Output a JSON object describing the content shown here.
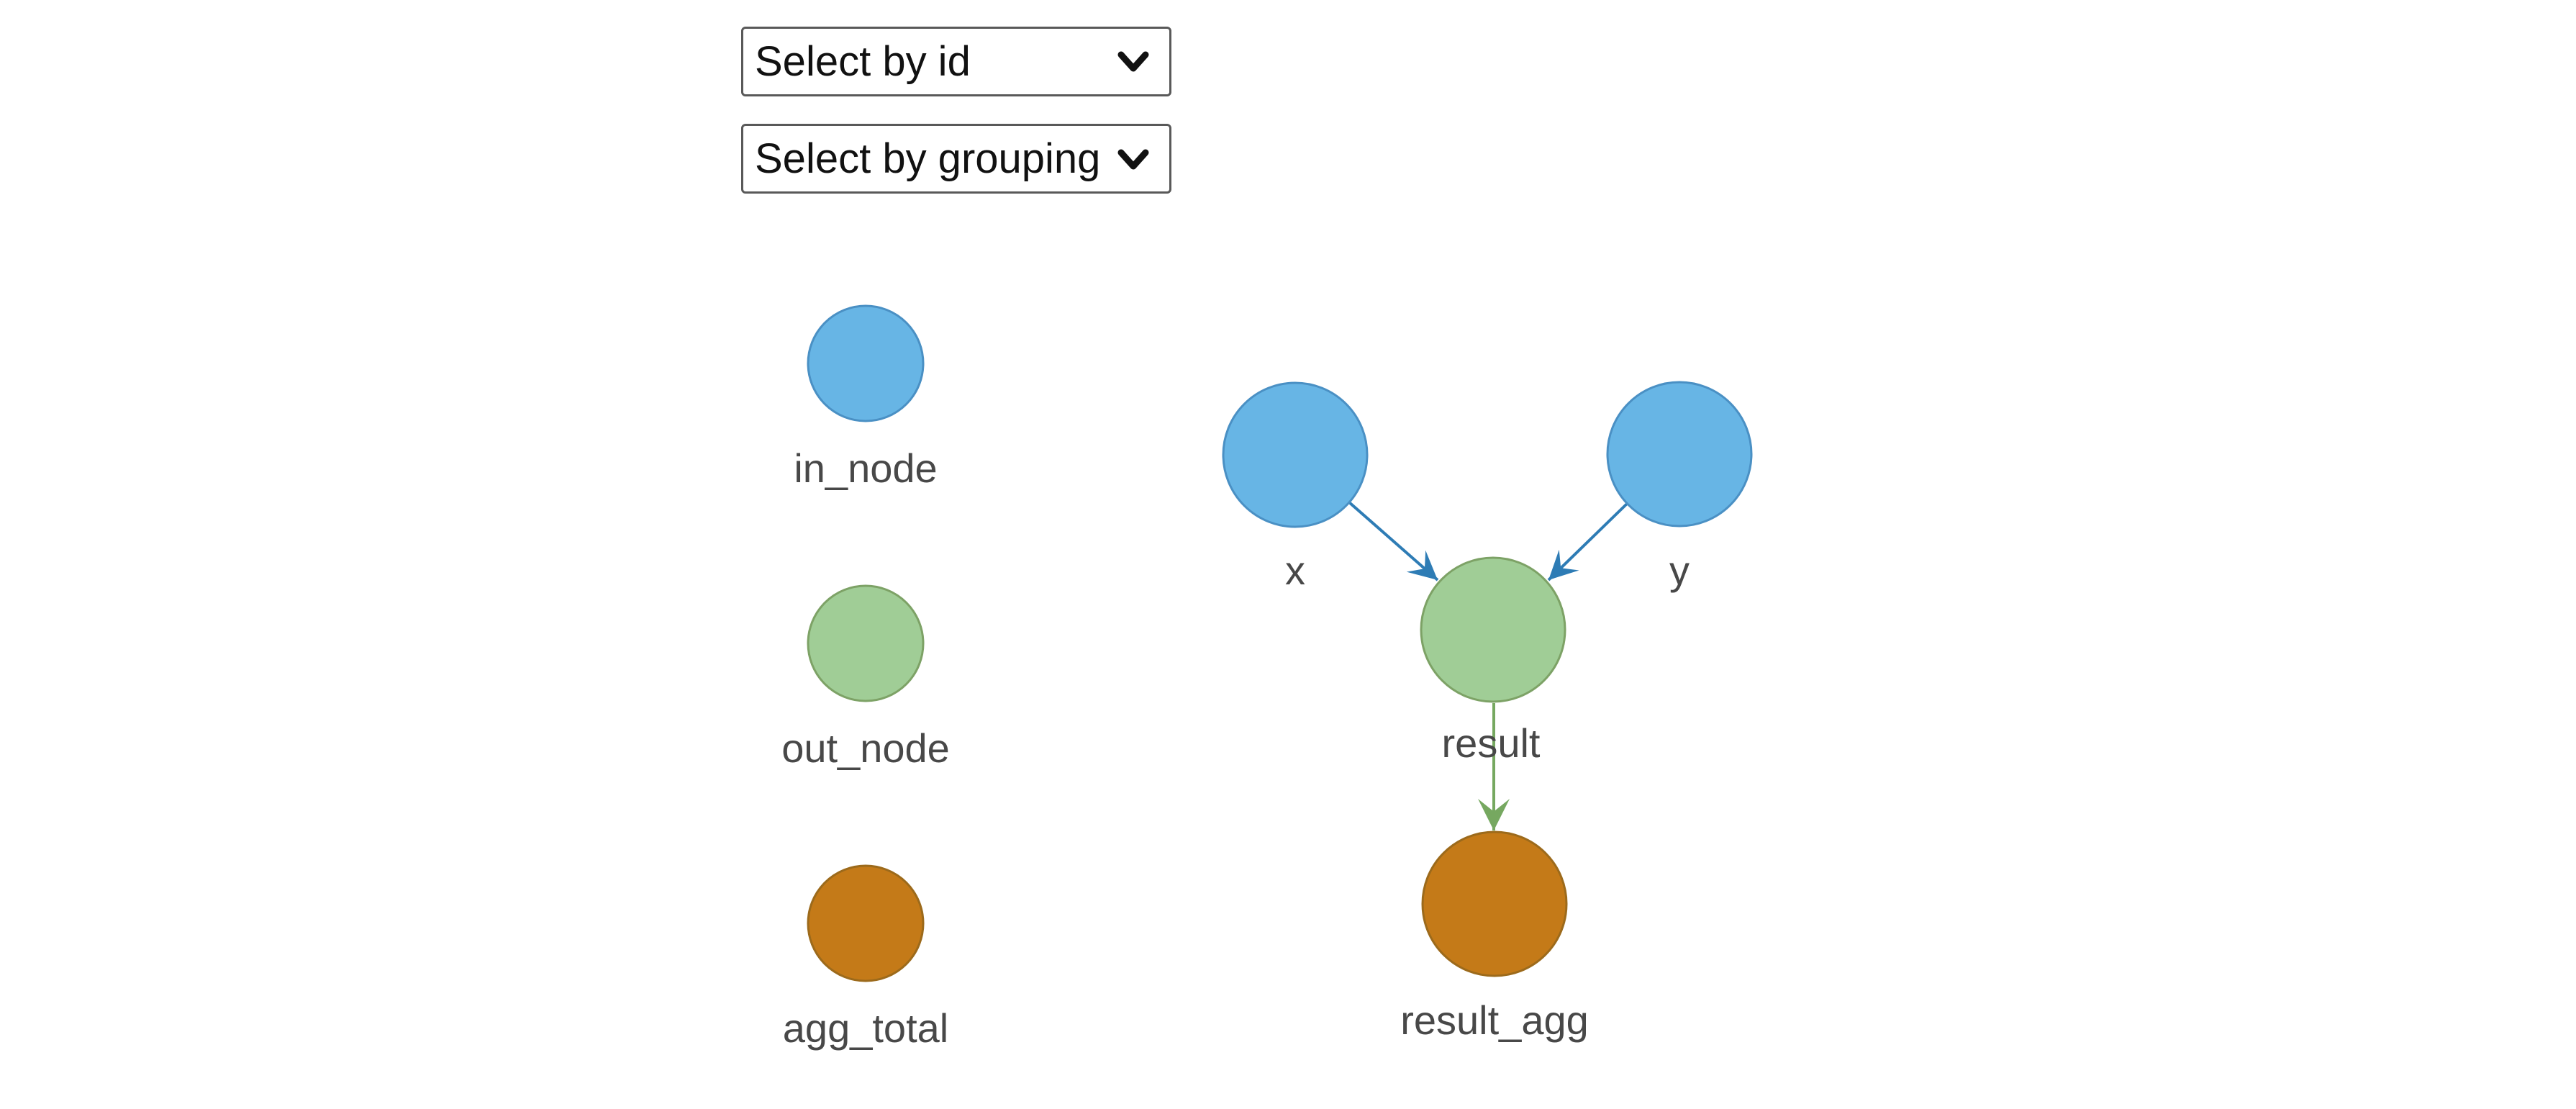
{
  "controls": {
    "select_by_id": {
      "value": "Select by id"
    },
    "select_by_grouping": {
      "value": "Select by grouping"
    }
  },
  "legend": {
    "items": [
      {
        "label": "in_node"
      },
      {
        "label": "out_node"
      },
      {
        "label": "agg_total"
      }
    ]
  },
  "graph": {
    "nodes": [
      {
        "id": "x",
        "label": "x",
        "type": "in_node"
      },
      {
        "id": "y",
        "label": "y",
        "type": "in_node"
      },
      {
        "id": "result",
        "label": "result",
        "type": "out_node"
      },
      {
        "id": "result_agg",
        "label": "result_agg",
        "type": "agg_total"
      }
    ],
    "edges": [
      {
        "from": "x",
        "to": "result"
      },
      {
        "from": "y",
        "to": "result"
      },
      {
        "from": "result",
        "to": "result_agg"
      }
    ]
  },
  "colors": {
    "node_in_fill": "#67b5e5",
    "node_in_border": "#4a90c4",
    "node_out_fill": "#a0cd96",
    "node_out_border": "#7da266",
    "node_agg_fill": "#c47a18",
    "node_agg_border": "#9c6a1b",
    "edge_blue": "#2e7cb5",
    "edge_green": "#76a860",
    "label_text": "#484848"
  }
}
